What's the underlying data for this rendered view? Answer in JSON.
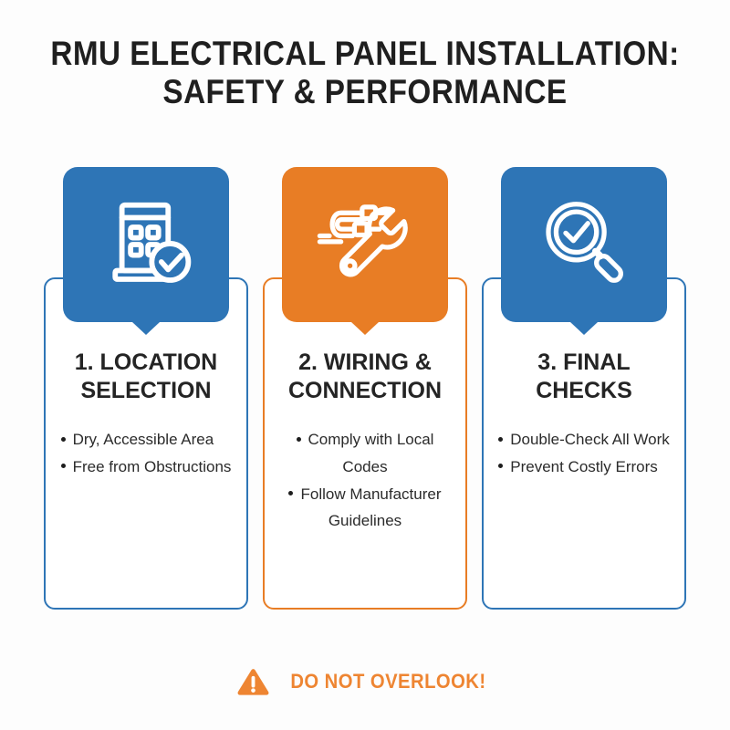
{
  "title": {
    "lines": [
      "RMU ELECTRICAL PANEL INSTALLATION:",
      "SAFETY & PERFORMANCE"
    ]
  },
  "cards": [
    {
      "step": 1,
      "icon": "electrical-panel-check-icon",
      "accent_color": "#2E75B6",
      "title_lines": [
        "1. LOCATION",
        "SELECTION"
      ],
      "bullets": [
        "Dry, Accessible Area",
        "Free from Obstructions"
      ]
    },
    {
      "step": 2,
      "icon": "wrench-wiring-icon",
      "accent_color": "#E87D25",
      "title_lines": [
        "2. WIRING &",
        "CONNECTION"
      ],
      "bullets": [
        "Comply with Local Codes",
        "Follow Manufacturer Guidelines"
      ]
    },
    {
      "step": 3,
      "icon": "magnifier-check-icon",
      "accent_color": "#2E75B6",
      "title_lines": [
        "3. FINAL",
        "CHECKS"
      ],
      "bullets": [
        "Double-Check All Work",
        "Prevent Costly Errors"
      ]
    }
  ],
  "footer": {
    "warning_icon": "warning-triangle-icon",
    "warning_label": "DO NOT OVERLOOK!"
  },
  "colors": {
    "blue": "#2E75B6",
    "orange": "#E87D25",
    "warning": "#EE8532",
    "title_text": "#1F1F1F",
    "body_text": "#2B2B2B",
    "background": "#FDFDFD"
  }
}
